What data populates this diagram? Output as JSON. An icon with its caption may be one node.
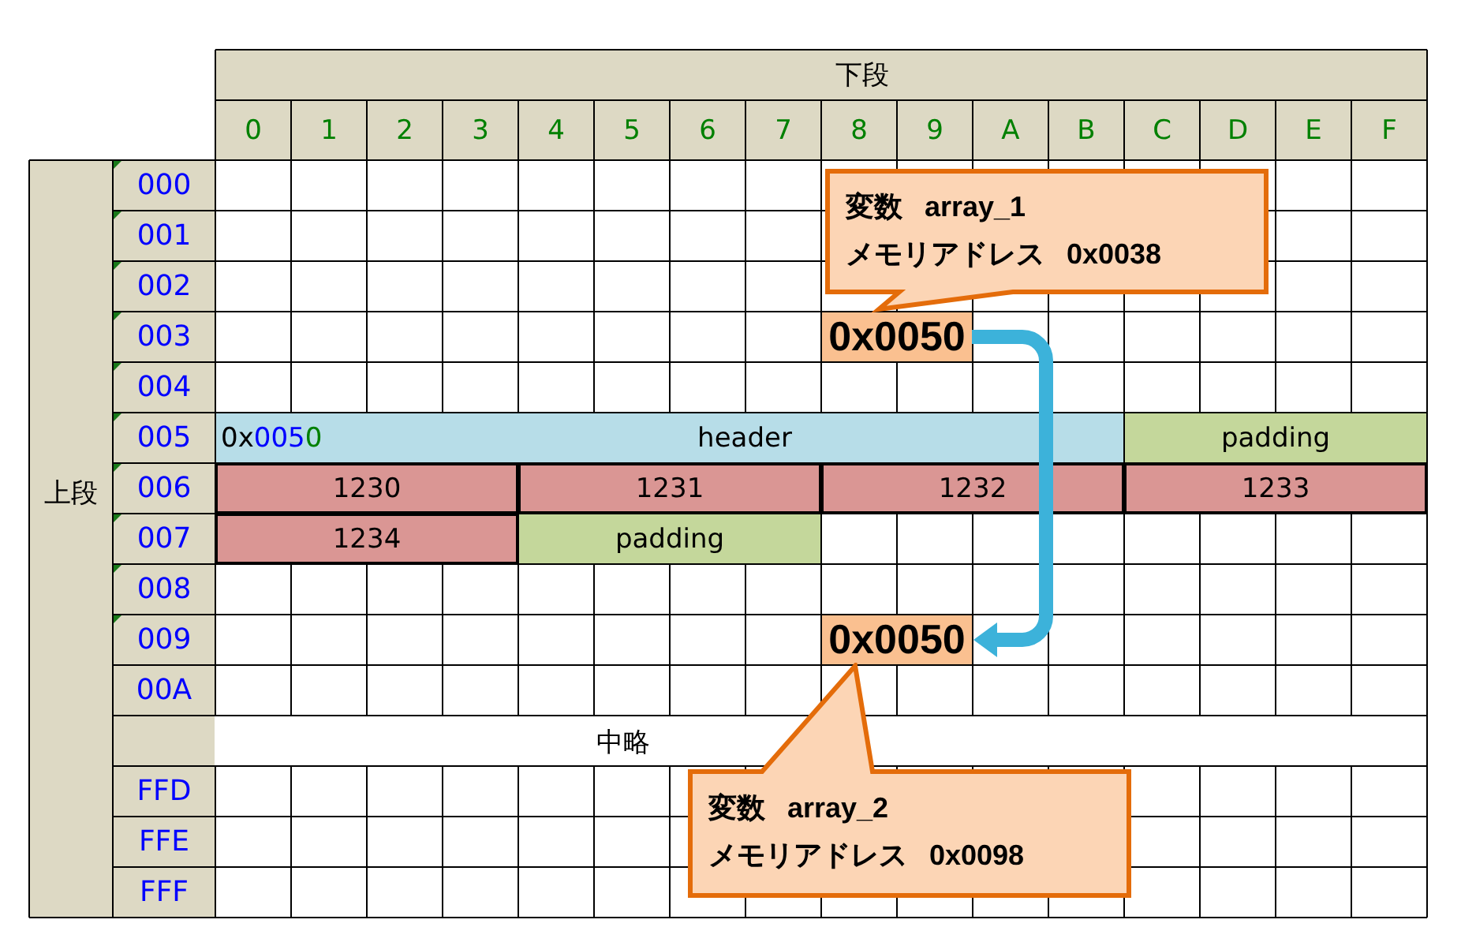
{
  "diagram": {
    "nodes": [
      {
        "text": [
          "変数 array_1",
          "メモリアドレス 0x0038"
        ]
      },
      {
        "text": [
          "0x0050"
        ]
      },
      {
        "text": [
          "0x0050"
        ]
      },
      {
        "text": [
          "変数 array_2",
          "メモリアドレス 0x0098"
        ]
      }
    ],
    "edges": [
      {
        "from": 1,
        "to": 2,
        "arrow": "to"
      }
    ],
    "labels": [
      "下段",
      "0",
      "1",
      "2",
      "3",
      "4",
      "5",
      "6",
      "7",
      "8",
      "9",
      "A",
      "B",
      "C",
      "D",
      "E",
      "F",
      "上段",
      "000",
      "001",
      "002",
      "003",
      "004",
      "005",
      "0x0050",
      "header",
      "padding",
      "006",
      "1230",
      "1231",
      "1232",
      "1233",
      "007",
      "1234",
      "padding",
      "008",
      "009",
      "00A",
      "中略",
      "FFD",
      "FFE",
      "FFF"
    ]
  }
}
